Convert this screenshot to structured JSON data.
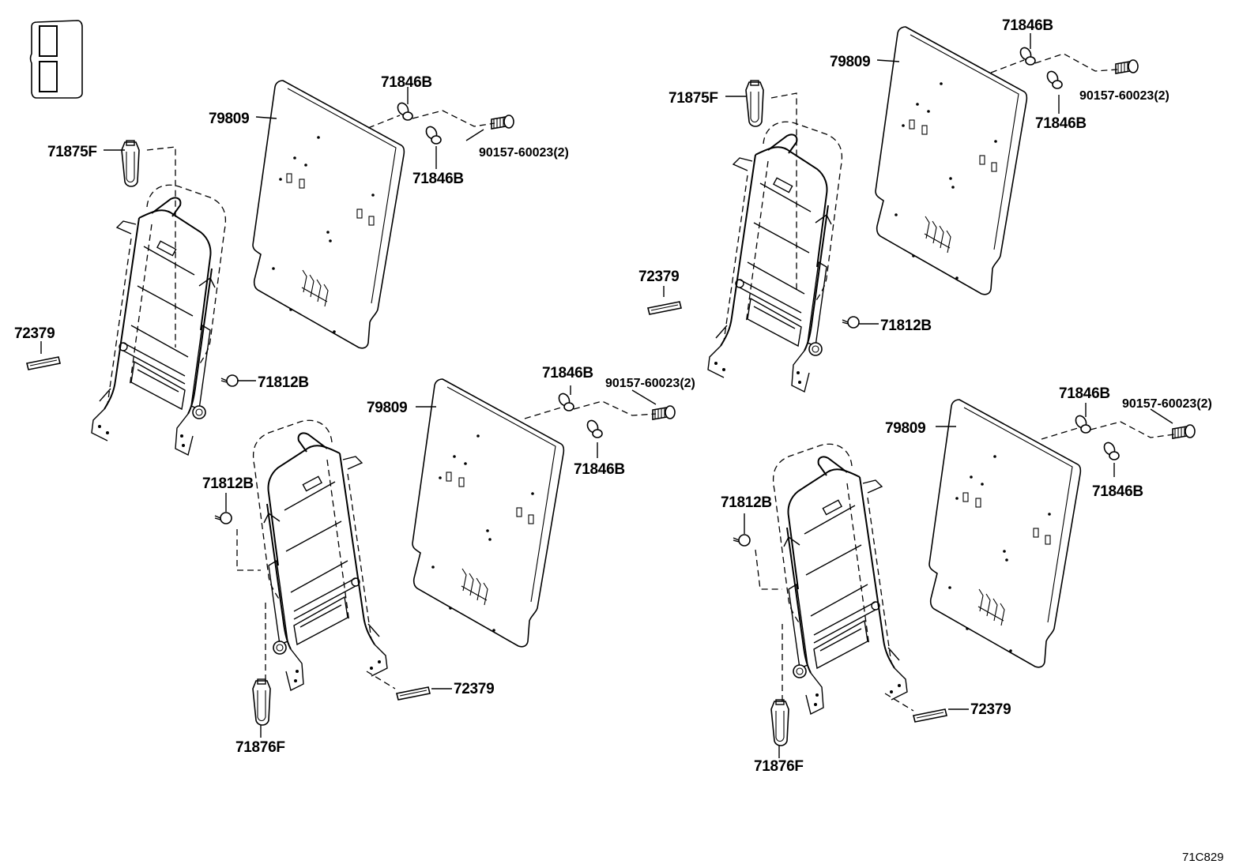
{
  "diagram": {
    "figure_code": "71C829",
    "labels": {
      "p79809": "79809",
      "p71846b": "71846B",
      "p90157": "90157-60023(2)",
      "p71875f": "71875F",
      "p72379": "72379",
      "p71812b": "71812B",
      "p71876f": "71876F"
    }
  }
}
